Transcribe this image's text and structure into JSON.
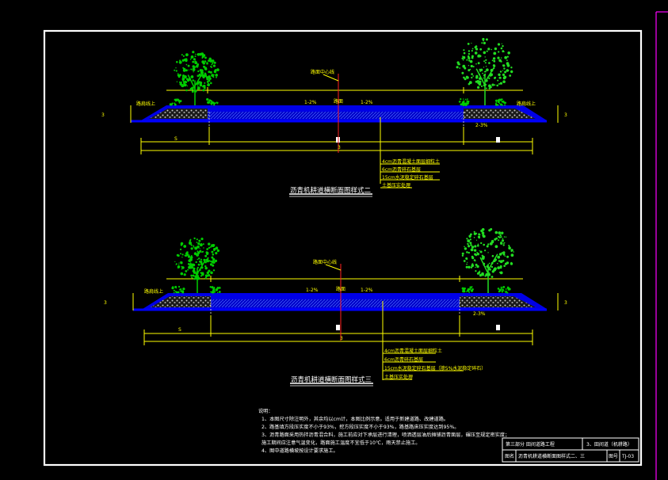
{
  "section1": {
    "title": "沥青机耕道横断面图样式二",
    "curb_left": "路肩线上",
    "curb_right": "路肩线上",
    "centerline": "路面中心线",
    "center_mark": "路面",
    "slope_left": "1-2%",
    "slope_right": "1-2%",
    "slope_shoulder": "2-3%",
    "dim_left": "3",
    "dim_right": "3",
    "dim_total": "S",
    "dim_center": "3",
    "layers": [
      "4cm沥青混凝土面层细粒土",
      "6cm沥青碎石基层",
      "15cm水泥稳定碎石基层",
      "土基压实处理"
    ]
  },
  "section2": {
    "title": "沥青机耕道横断面图样式三",
    "curb_left": "路肩线上",
    "centerline": "路面中心线",
    "center_mark": "路面",
    "slope_left": "1-2%",
    "slope_right": "1-2%",
    "slope_shoulder": "2-3%",
    "dim_left": "3",
    "dim_right": "3",
    "dim_total": "S",
    "dim_center": "3",
    "layers": [
      "4cm沥青混凝土面层细粒土",
      "6cm沥青碎石基层",
      "15cm水泥稳定碎石基层（掺5%水泥稳定碎石）",
      "土基压实处理"
    ]
  },
  "notes": {
    "heading": "说明：",
    "items": [
      "1、本图尺寸除注明外，其余均以cm计，本图比例示意。适用于新建道路、改建道路。",
      "2、路基填方段压实度不小于93%，挖方段压实度不小于93%，路基路床压实度达到95%。",
      "3、沥青路面采用热拌沥青混合料，施工前应对下承层进行清理，喷洒透层油后摊铺沥青面层，碾压至规定密实度；",
      "   施工期间应注意气温变化，路面施工温度不宜低于10℃，雨天禁止施工。",
      "4、图中道路横坡按设计要求施工。"
    ]
  },
  "title_block": {
    "row1": [
      "第三部分 田间道路工程",
      "3、田间道（机耕路）"
    ],
    "row2": [
      "图名",
      "沥青机耕道横断面图样式二、三",
      "图号",
      "TJ-03"
    ]
  },
  "colors": {
    "frame": "#ffffff",
    "pavement": "#0000ff",
    "gravel": "#c0c0c0",
    "dim": "#ffff00",
    "tree": "#00cc00",
    "centerline": "#ff2020",
    "label": "#ffff00",
    "magenta": "#ff00ff"
  }
}
